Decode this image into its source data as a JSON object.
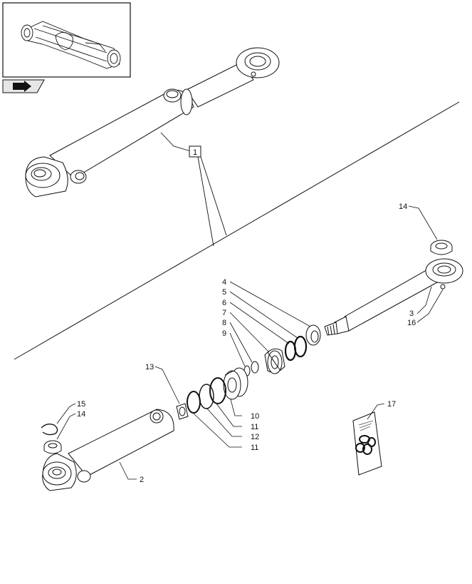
{
  "callouts": {
    "c1": "1",
    "c2": "2",
    "c3": "3",
    "c4": "4",
    "c5": "5",
    "c6": "6",
    "c7": "7",
    "c8": "8",
    "c9": "9",
    "c10": "10",
    "c11a": "11",
    "c11b": "11",
    "c12": "12",
    "c13": "13",
    "c14a": "14",
    "c14b": "14",
    "c15": "15",
    "c16": "16",
    "c17": "17"
  },
  "icons": {
    "thumbnail": "axle-thumbnail-icon",
    "navigation": "nav-arrow-icon"
  }
}
